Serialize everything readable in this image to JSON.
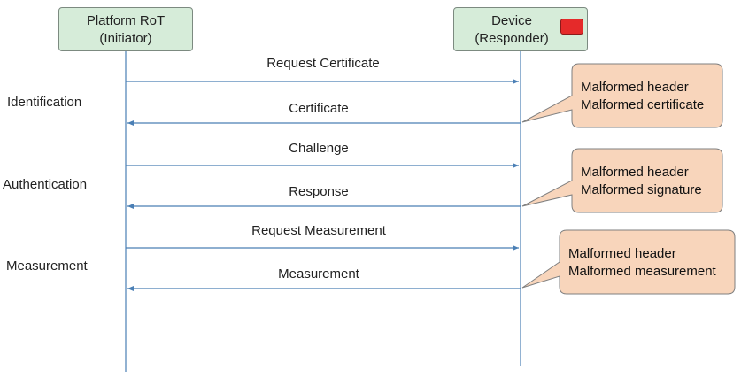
{
  "participants": {
    "initiator": {
      "name": "Platform RoT",
      "role": "(Initiator)"
    },
    "responder": {
      "name": "Device",
      "role": "(Responder)"
    }
  },
  "phases": [
    "Identification",
    "Authentication",
    "Measurement"
  ],
  "messages": [
    {
      "label": "Request Certificate",
      "direction": "to-responder"
    },
    {
      "label": "Certificate",
      "direction": "to-initiator"
    },
    {
      "label": "Challenge",
      "direction": "to-responder"
    },
    {
      "label": "Response",
      "direction": "to-initiator"
    },
    {
      "label": "Request Measurement",
      "direction": "to-responder"
    },
    {
      "label": "Measurement",
      "direction": "to-initiator"
    }
  ],
  "callouts": [
    {
      "line1": "Malformed header",
      "line2": "Malformed certificate"
    },
    {
      "line1": "Malformed header",
      "line2": "Malformed signature"
    },
    {
      "line1": "Malformed header",
      "line2": "Malformed measurement"
    }
  ],
  "colors": {
    "participant_fill": "#d6ecd9",
    "arrow": "#4a7fb5",
    "callout_fill": "#f8d5bb",
    "callout_border": "#7f7f7f",
    "marker": "#e52a2a"
  }
}
